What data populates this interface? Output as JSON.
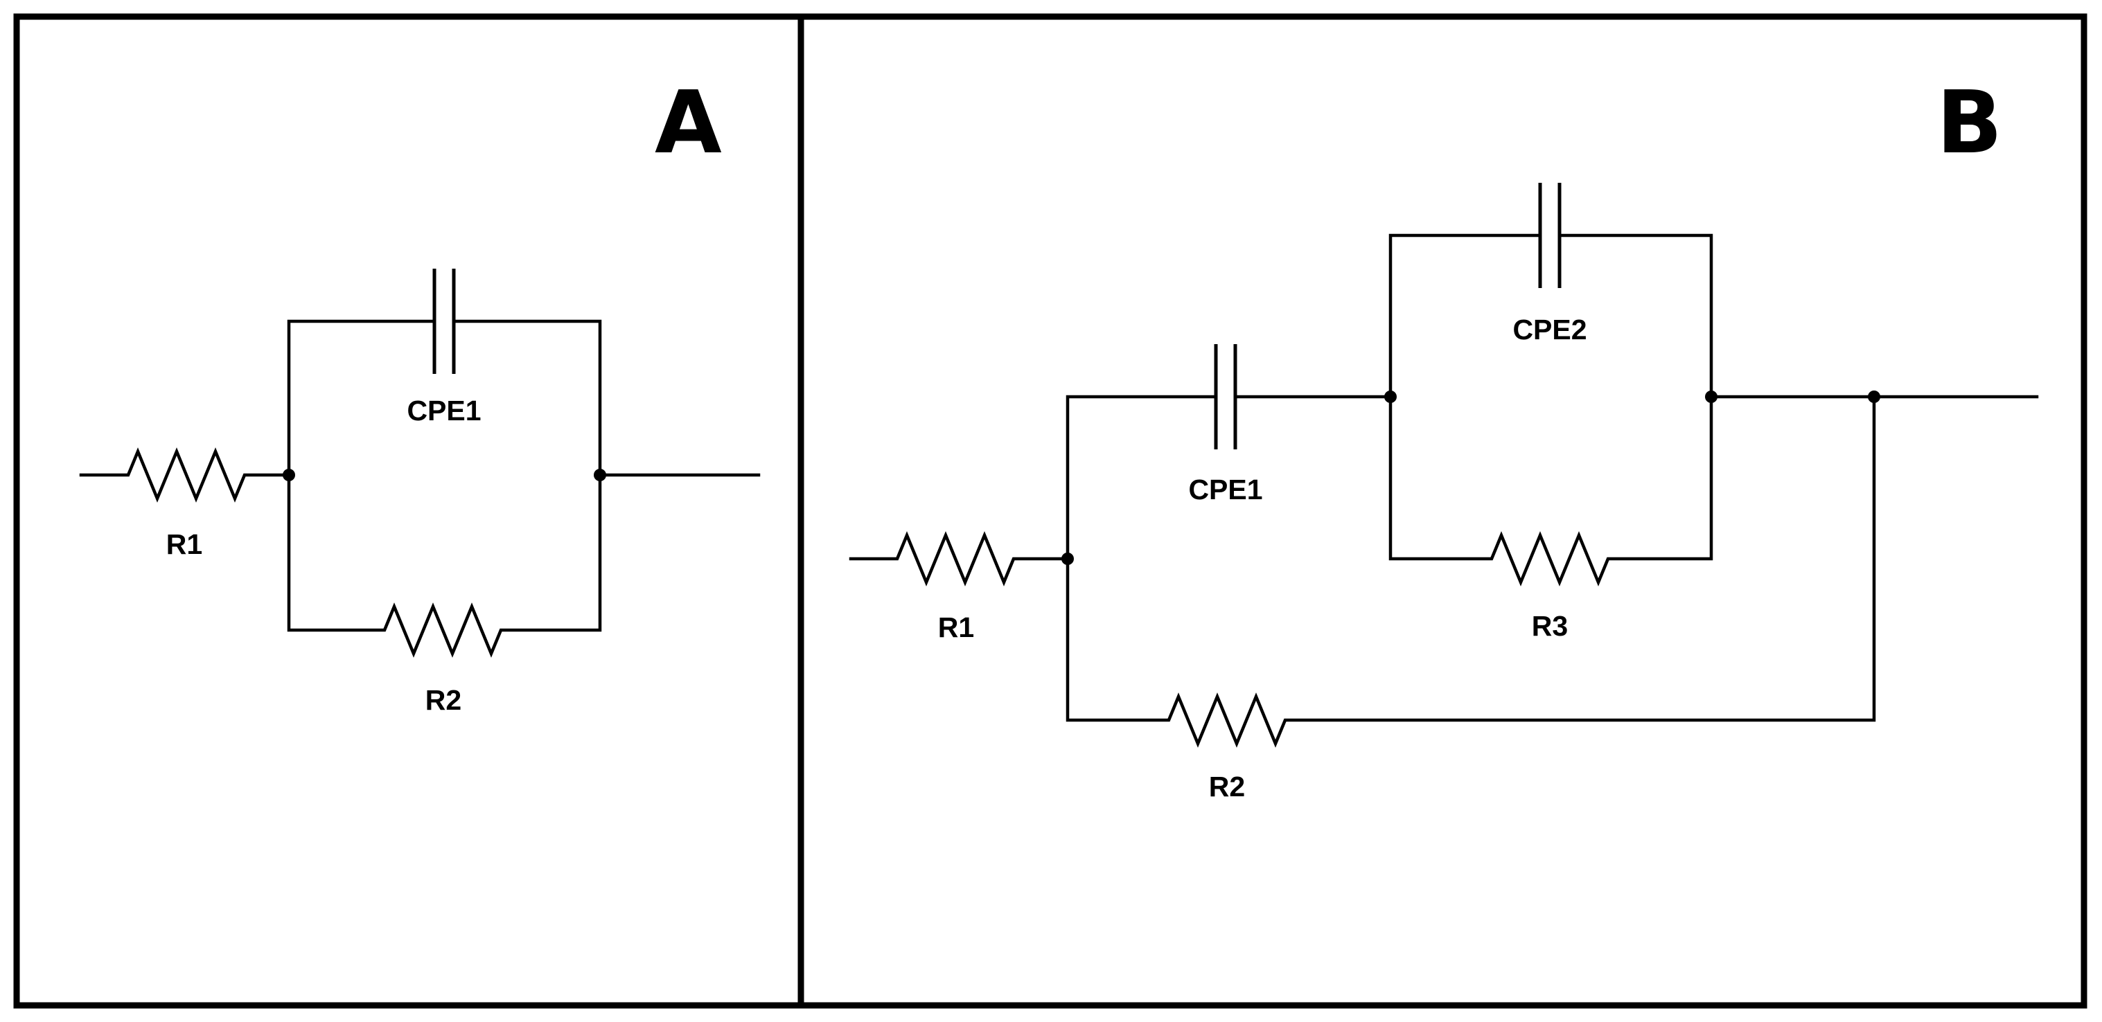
{
  "panels": [
    {
      "letter": "A",
      "labels": {
        "r1": "R1",
        "r2": "R2",
        "cpe1": "CPE1"
      }
    },
    {
      "letter": "B",
      "labels": {
        "r1": "R1",
        "r2": "R2",
        "r3": "R3",
        "cpe1": "CPE1",
        "cpe2": "CPE2"
      }
    }
  ]
}
